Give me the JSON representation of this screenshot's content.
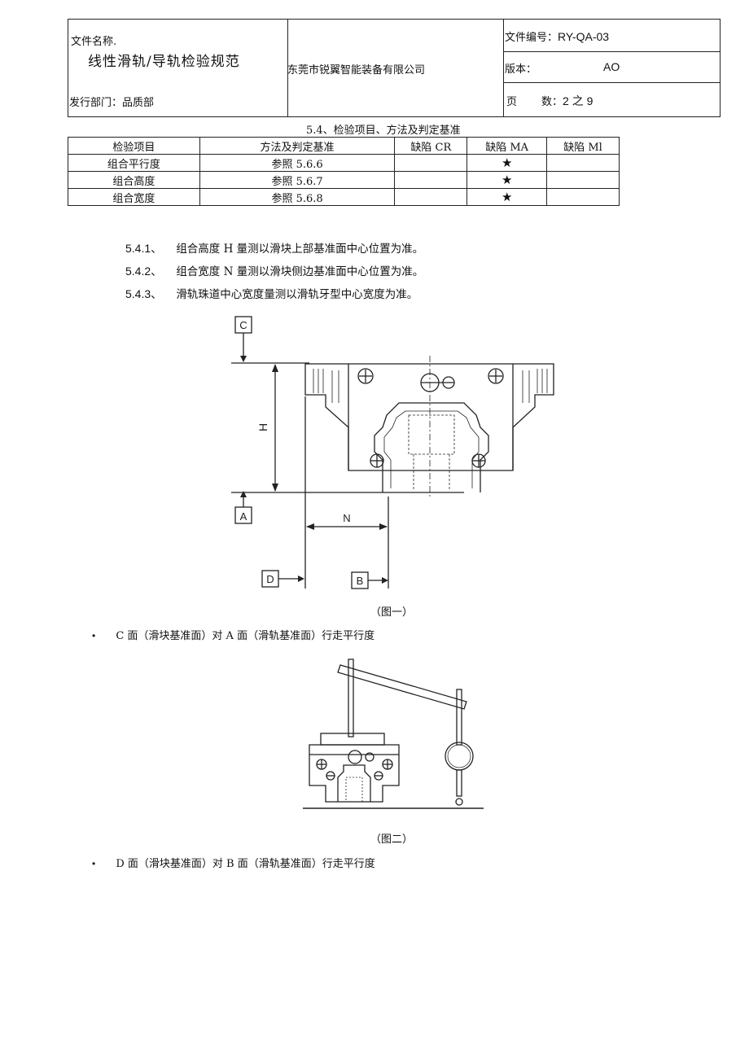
{
  "header": {
    "file_name_label": "文件名称.",
    "file_name": "线性滑轨/导轨检验规范",
    "dept_label": "发行部门：",
    "dept": "品质部",
    "company": "东莞市锐翼智能装备有限公司",
    "doc_no_label": "文件编号：",
    "doc_no": "RY-QA-03",
    "version_label": "版本：",
    "version": "AO",
    "page_label": "页",
    "page_label2": "数：",
    "page_value": "2 之 9"
  },
  "section_title": "5.4、检验项目、方法及判定基准",
  "table": {
    "headers": [
      "检验项目",
      "方法及判定基准",
      "缺陷 CR",
      "缺陷 MA",
      "缺陷 Ml"
    ],
    "rows": [
      {
        "item": "组合平行度",
        "method": "参照 5.6.6",
        "cr": "",
        "ma": "★",
        "mi": ""
      },
      {
        "item": "组合高度",
        "method": "参照 5.6.7",
        "cr": "",
        "ma": "★",
        "mi": ""
      },
      {
        "item": "组合宽度",
        "method": "参照 5.6.8",
        "cr": "",
        "ma": "★",
        "mi": ""
      }
    ]
  },
  "clauses": [
    {
      "num": "5.4.1、",
      "text": "组合高度 H 量测以滑块上部基准面中心位置为准。"
    },
    {
      "num": "5.4.2、",
      "text": "组合宽度 N 量测以滑块侧边基准面中心位置为准。"
    },
    {
      "num": "5.4.3、",
      "text": "滑轨珠道中心宽度量测以滑轨牙型中心宽度为准。"
    }
  ],
  "figure1": {
    "labels": {
      "c": "C",
      "a": "A",
      "d": "D",
      "b": "B",
      "h": "H",
      "n": "N"
    },
    "caption": "（图一）"
  },
  "bullet1": {
    "symbol": "•",
    "text": "C 面（滑块基准面）对 A 面（滑轨基准面）行走平行度"
  },
  "figure2": {
    "caption": "（图二）"
  },
  "bullet2": {
    "symbol": "•",
    "text": "D 面（滑块基准面）对 B 面（滑轨基准面）行走平行度"
  }
}
